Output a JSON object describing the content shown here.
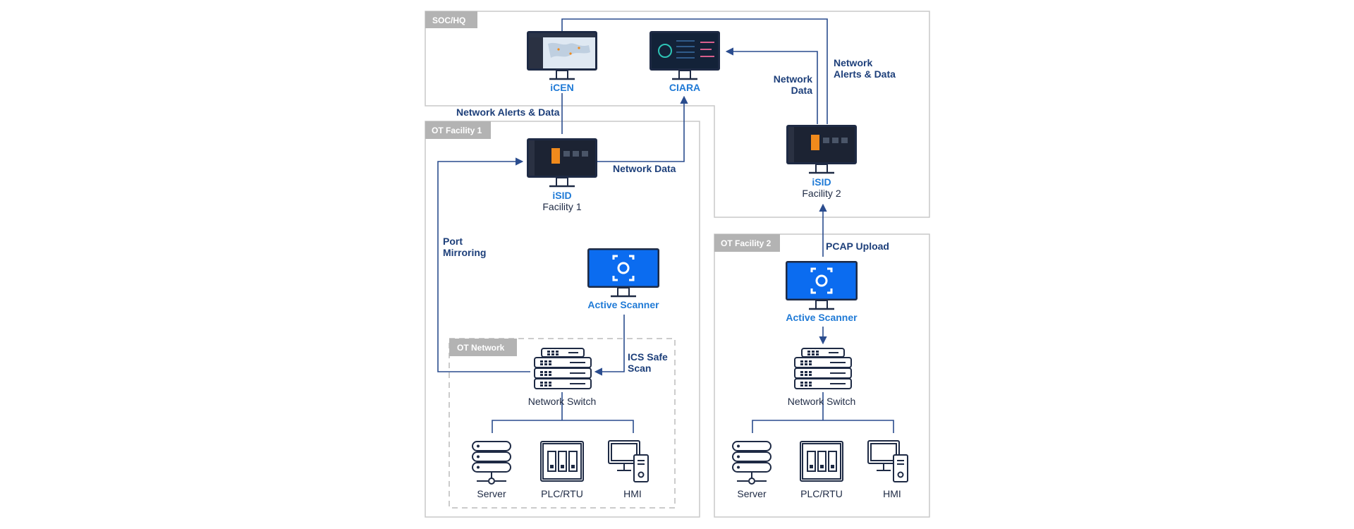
{
  "zones": {
    "soc": "SOC/HQ",
    "facility1": "OT Facility 1",
    "facility2": "OT Facility 2",
    "ot_network": "OT Network"
  },
  "nodes": {
    "icen": {
      "title": "iCEN"
    },
    "ciara": {
      "title": "CIARA"
    },
    "isid1": {
      "title": "iSID",
      "subtitle": "Facility 1"
    },
    "isid2": {
      "title": "iSID",
      "subtitle": "Facility 2"
    },
    "scanner1": {
      "title": "Active Scanner"
    },
    "scanner2": {
      "title": "Active Scanner"
    },
    "switch1": {
      "label": "Network Switch"
    },
    "switch2": {
      "label": "Network Switch"
    },
    "server1": {
      "label": "Server"
    },
    "plc1": {
      "label": "PLC/RTU"
    },
    "hmi1": {
      "label": "HMI"
    },
    "server2": {
      "label": "Server"
    },
    "plc2": {
      "label": "PLC/RTU"
    },
    "hmi2": {
      "label": "HMI"
    }
  },
  "flows": {
    "alerts_data_f1": "Network Alerts & Data",
    "network_data_f1": "Network Data",
    "network_data_f2_line1": "Network",
    "network_data_f2_line2": "Data",
    "alerts_data_f2_line1": "Network",
    "alerts_data_f2_line2": "Alerts & Data",
    "port_mirroring_line1": "Port",
    "port_mirroring_line2": "Mirroring",
    "ics_scan_line1": "ICS Safe",
    "ics_scan_line2": "Scan",
    "pcap_upload": "PCAP Upload"
  },
  "colors": {
    "link": "#2a4c8e",
    "accent_blue": "#1f7ad6",
    "scanner_fill": "#0b6cf0",
    "zone_tag": "#b3b3b3",
    "screen_dark": "#1c2333",
    "isid_orange": "#f08a1c"
  }
}
